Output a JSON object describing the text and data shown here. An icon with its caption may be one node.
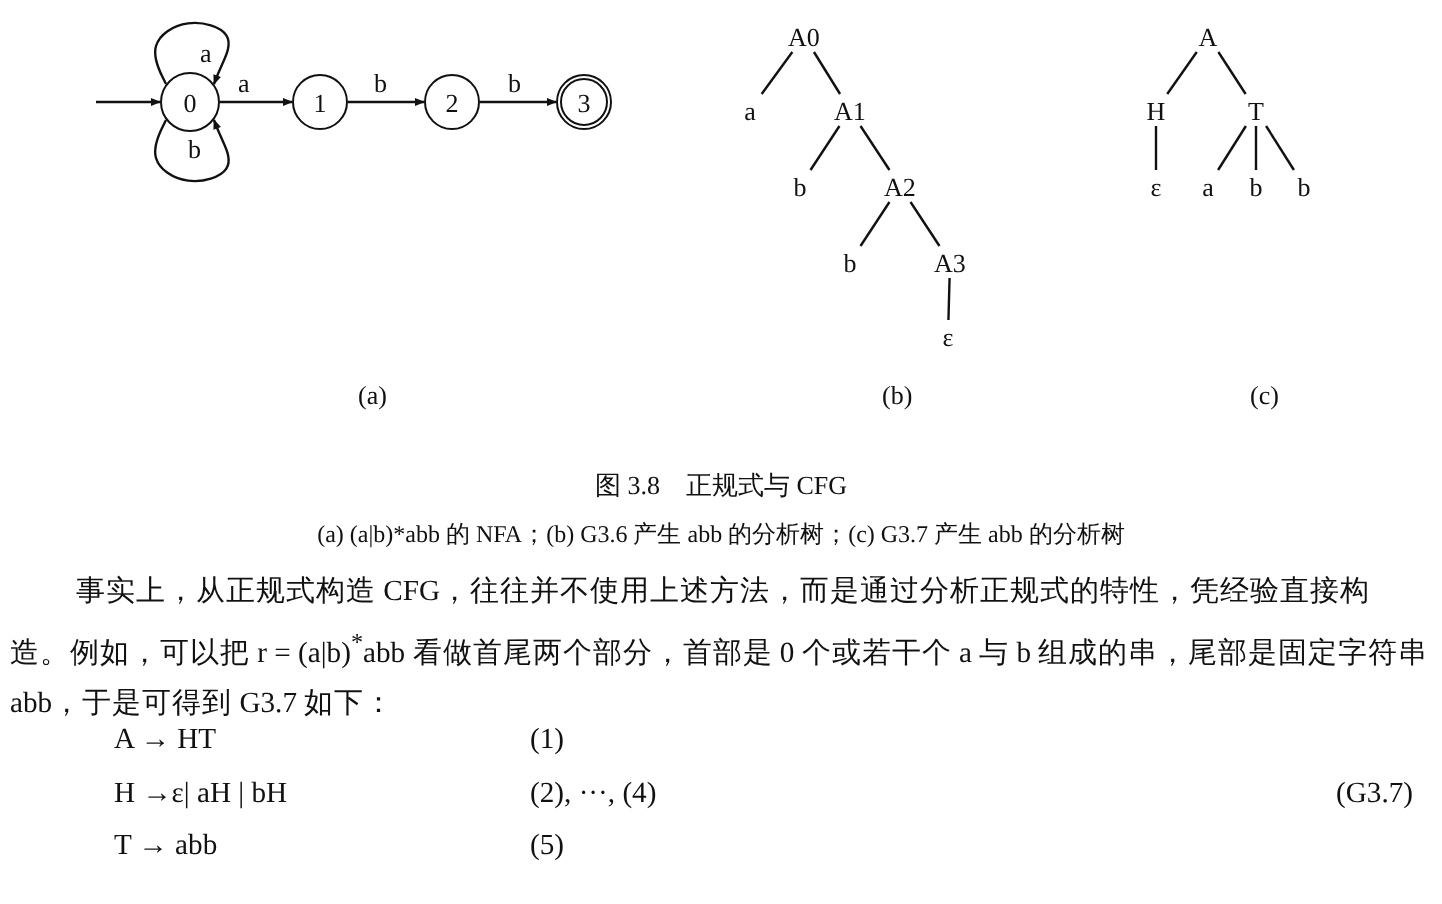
{
  "diagram": {
    "title": "图 3.8　正规式与 CFG",
    "caption": "(a) (a|b)*abb 的 NFA；(b) G3.6 产生 abb 的分析树；(c) G3.7 产生 abb 的分析树",
    "nodes": [
      {
        "text": [
          "0"
        ]
      },
      {
        "text": [
          "1"
        ]
      },
      {
        "text": [
          "2"
        ]
      },
      {
        "text": [
          "3"
        ]
      },
      {
        "text": [
          "A0"
        ]
      },
      {
        "text": [
          "a"
        ]
      },
      {
        "text": [
          "A1"
        ]
      },
      {
        "text": [
          "b"
        ]
      },
      {
        "text": [
          "A2"
        ]
      },
      {
        "text": [
          "b"
        ]
      },
      {
        "text": [
          "A3"
        ]
      },
      {
        "text": [
          "ε"
        ]
      },
      {
        "text": [
          "A"
        ]
      },
      {
        "text": [
          "H"
        ]
      },
      {
        "text": [
          "T"
        ]
      },
      {
        "text": [
          "ε"
        ]
      },
      {
        "text": [
          "a"
        ]
      },
      {
        "text": [
          "b"
        ]
      },
      {
        "text": [
          "b"
        ]
      }
    ],
    "edges": [
      {
        "from": null,
        "to": 0,
        "arrow": "to"
      },
      {
        "from": 0,
        "to": 0,
        "label": "a",
        "arrow": "to"
      },
      {
        "from": 0,
        "to": 0,
        "label": "b",
        "arrow": "to"
      },
      {
        "from": 0,
        "to": 1,
        "label": "a",
        "arrow": "to"
      },
      {
        "from": 1,
        "to": 2,
        "label": "b",
        "arrow": "to"
      },
      {
        "from": 2,
        "to": 3,
        "label": "b",
        "arrow": "to"
      },
      {
        "from": 4,
        "to": 5,
        "arrow": "none"
      },
      {
        "from": 4,
        "to": 6,
        "arrow": "none"
      },
      {
        "from": 6,
        "to": 7,
        "arrow": "none"
      },
      {
        "from": 6,
        "to": 8,
        "arrow": "none"
      },
      {
        "from": 8,
        "to": 9,
        "arrow": "none"
      },
      {
        "from": 8,
        "to": 10,
        "arrow": "none"
      },
      {
        "from": 10,
        "to": 11,
        "arrow": "none"
      },
      {
        "from": 12,
        "to": 13,
        "arrow": "none"
      },
      {
        "from": 12,
        "to": 14,
        "arrow": "none"
      },
      {
        "from": 13,
        "to": 15,
        "arrow": "none"
      },
      {
        "from": 14,
        "to": 16,
        "arrow": "none"
      },
      {
        "from": 14,
        "to": 17,
        "arrow": "none"
      },
      {
        "from": 14,
        "to": 18,
        "arrow": "none"
      }
    ],
    "labels": [
      "(a)",
      "(b)",
      "(c)",
      "事实上，从正规式构造 CFG，往往并不使用上述方法，而是通过分析正规式的特性，凭经验直接构造。例如，可以把 r = (a|b)$^{*}$abb 看做首尾两个部分，首部是 0 个或若干个 a 与 b 组成的串，尾部是固定字符串 abb，于是可得到 G3.7 如下：",
      "A → HT",
      "(1)",
      "H →ε| aH | bH",
      "(2),  ···, (4)",
      "(G3.7)",
      "T → abb",
      "(5)"
    ]
  }
}
